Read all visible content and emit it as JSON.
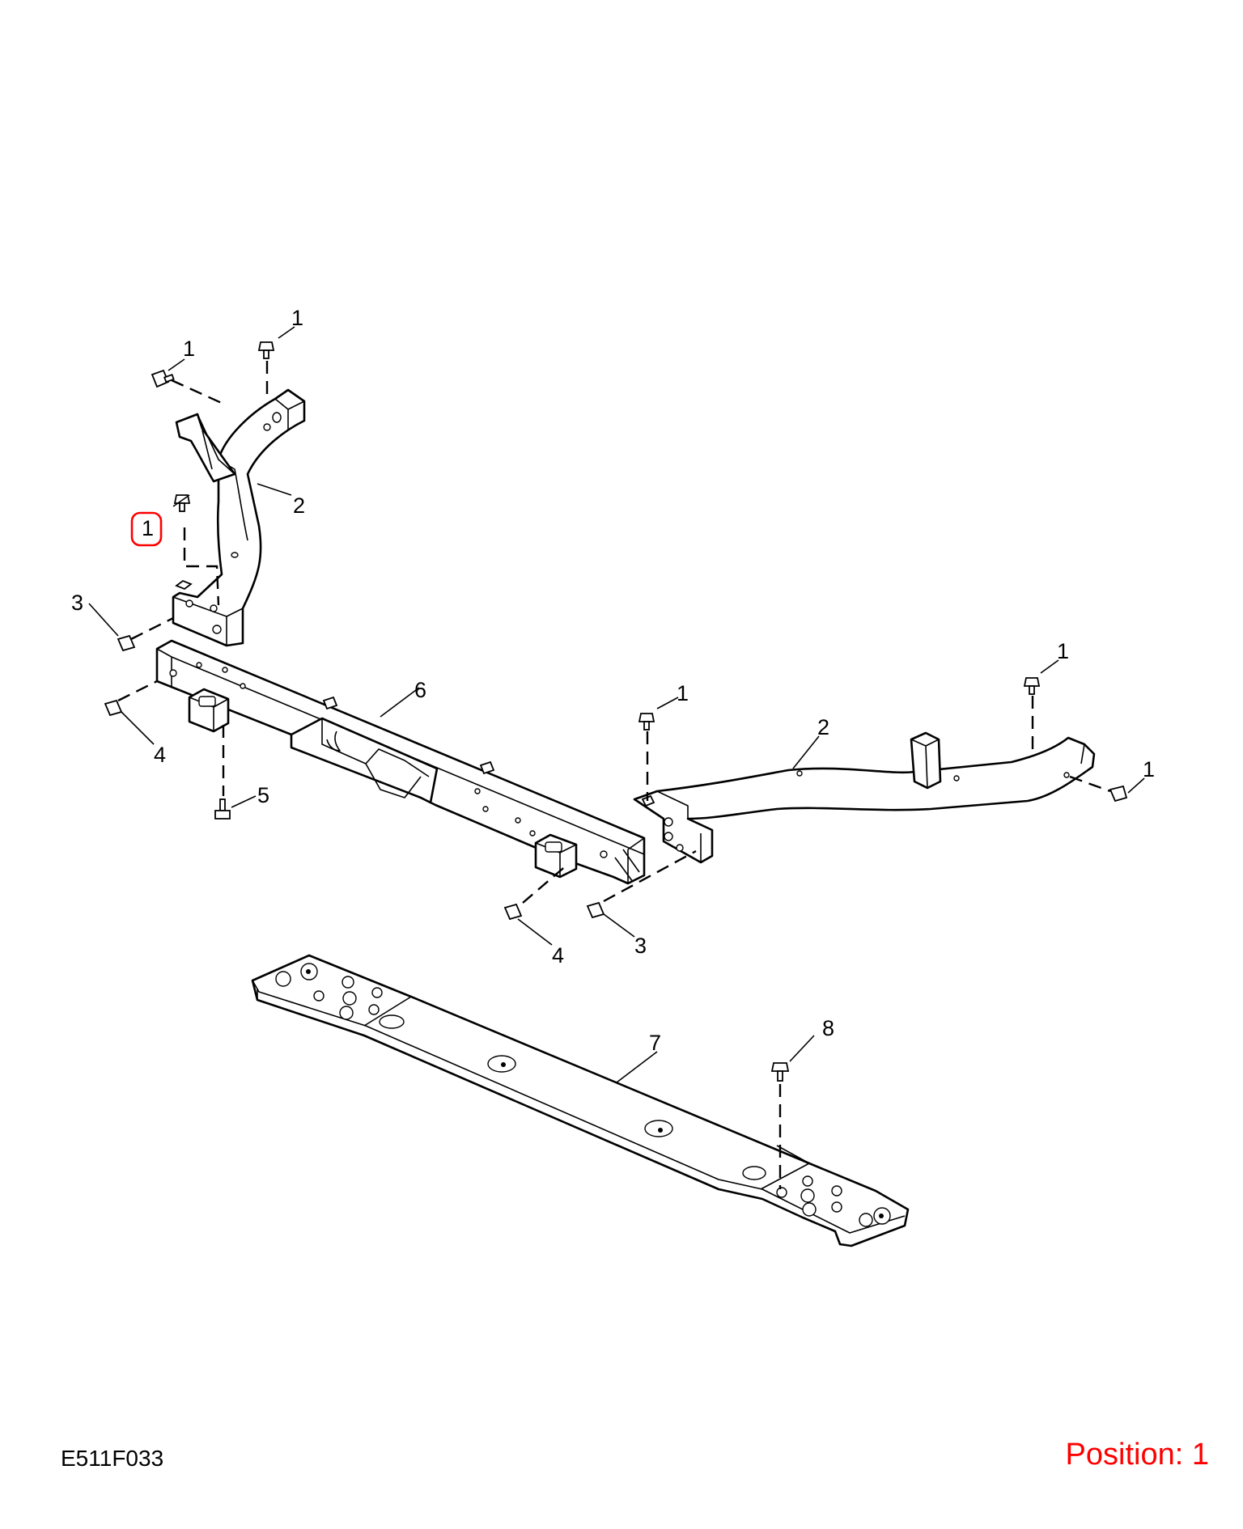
{
  "diagram": {
    "code": "E511F033",
    "position_label": "Position: 1",
    "highlight_color": "#ff0000",
    "callouts": [
      {
        "id": "c1a",
        "text": "1"
      },
      {
        "id": "c1b",
        "text": "1"
      },
      {
        "id": "c1c",
        "text": "1"
      },
      {
        "id": "c1d",
        "text": "1"
      },
      {
        "id": "c1e",
        "text": "1"
      },
      {
        "id": "c1f",
        "text": "1"
      },
      {
        "id": "c2a",
        "text": "2"
      },
      {
        "id": "c2b",
        "text": "2"
      },
      {
        "id": "c3a",
        "text": "3"
      },
      {
        "id": "c3b",
        "text": "3"
      },
      {
        "id": "c4a",
        "text": "4"
      },
      {
        "id": "c4b",
        "text": "4"
      },
      {
        "id": "c5",
        "text": "5"
      },
      {
        "id": "c6",
        "text": "6"
      },
      {
        "id": "c7",
        "text": "7"
      },
      {
        "id": "c8",
        "text": "8"
      }
    ],
    "selected_callout": "c1c"
  }
}
